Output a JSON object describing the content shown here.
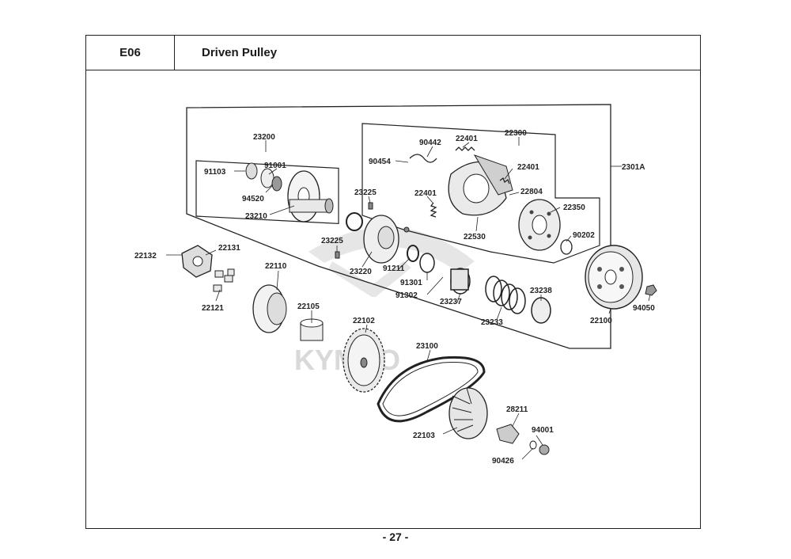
{
  "header": {
    "code": "E06",
    "title": "Driven Pulley"
  },
  "footer": {
    "page": "- 27 -"
  },
  "watermark": {
    "text": "KYMCO",
    "color": "#d9d9d9"
  },
  "parts": {
    "p23200": "23200",
    "p91103": "91103",
    "p91001": "91001",
    "p94520": "94520",
    "p23210": "23210",
    "p23225a": "23225",
    "p23225b": "23225",
    "p23220": "23220",
    "p90442": "90442",
    "p22401a": "22401",
    "p22300": "22300",
    "p90454": "90454",
    "p22401b": "22401",
    "p22401c": "22401",
    "p22804": "22804",
    "p22350": "22350",
    "p22530": "22530",
    "p90202": "90202",
    "p2301A": "2301A",
    "p22132": "22132",
    "p22131": "22131",
    "p22121": "22121",
    "p22110": "22110",
    "p91211": "91211",
    "p91301": "91301",
    "p91302": "91302",
    "p23237": "23237",
    "p23238": "23238",
    "p23233": "23233",
    "p22100": "22100",
    "p94050": "94050",
    "p22105": "22105",
    "p22102": "22102",
    "p23100": "23100",
    "p28211": "28211",
    "p94001": "94001",
    "p22103": "22103",
    "p90426": "90426"
  }
}
